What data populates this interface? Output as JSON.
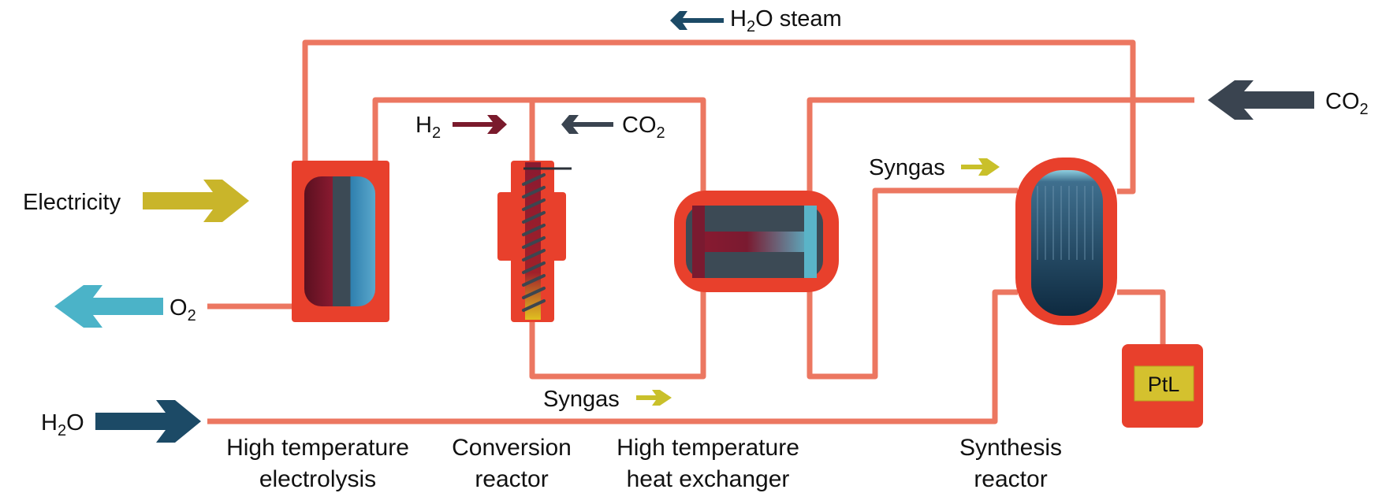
{
  "colors": {
    "pipe": "#ec7761",
    "vessel": "#e8402c",
    "electricity_arrow": "#c9b52a",
    "syngas_arrow": "#c9c02a",
    "o2_arrow": "#4bb3c8",
    "h2o_arrow": "#1c4a66",
    "steam_arrow": "#1c4a66",
    "h2_arrow": "#7a1a2c",
    "co2_arrow": "#3a4450",
    "ptl_fill": "#d4c12e"
  },
  "flows": {
    "steam": {
      "main": "H",
      "sub": "2",
      "tail": "O steam"
    },
    "co2_in": {
      "main": "CO",
      "sub": "2"
    },
    "h2": {
      "main": "H",
      "sub": "2"
    },
    "co2_conv": {
      "main": "CO",
      "sub": "2"
    },
    "electricity": "Electricity",
    "o2": {
      "main": "O",
      "sub": "2"
    },
    "h2o": {
      "main": "H",
      "sub": "2",
      "tail": "O"
    },
    "syngas_bottom": "Syngas",
    "syngas_right": "Syngas"
  },
  "units": {
    "electrolysis": [
      "High temperature",
      "electrolysis"
    ],
    "conversion": [
      "Conversion",
      "reactor"
    ],
    "heat_exchanger": [
      "High temperature",
      "heat exchanger"
    ],
    "synthesis": [
      "Synthesis",
      "reactor"
    ],
    "product": "PtL"
  }
}
